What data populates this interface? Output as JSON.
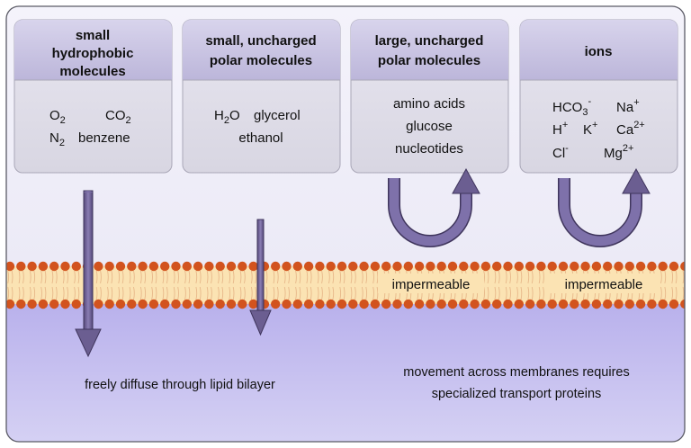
{
  "categories": [
    {
      "title_lines": [
        "small",
        "hydrophobic",
        "molecules"
      ],
      "molecules": [
        {
          "base": "O",
          "sub": "2",
          "sup": ""
        },
        {
          "base": "CO",
          "sub": "2",
          "sup": ""
        },
        {
          "base": "N",
          "sub": "2",
          "sup": ""
        },
        {
          "base": "benzene",
          "sub": "",
          "sup": ""
        }
      ]
    },
    {
      "title_lines": [
        "small, uncharged",
        "polar molecules"
      ],
      "molecules": [
        {
          "base": "H",
          "sub": "2",
          "base2": "O",
          "sup": ""
        },
        {
          "base": "glycerol",
          "sub": "",
          "sup": ""
        },
        {
          "base": "ethanol",
          "sub": "",
          "sup": ""
        }
      ]
    },
    {
      "title_lines": [
        "large, uncharged",
        "polar molecules"
      ],
      "molecules": [
        {
          "base": "amino acids",
          "sub": "",
          "sup": ""
        },
        {
          "base": "glucose",
          "sub": "",
          "sup": ""
        },
        {
          "base": "nucleotides",
          "sub": "",
          "sup": ""
        }
      ]
    },
    {
      "title_lines": [
        "ions"
      ],
      "molecules": [
        {
          "base": "HCO",
          "sub": "3",
          "sup": "-"
        },
        {
          "base": "Na",
          "sub": "",
          "sup": "+"
        },
        {
          "base": "H",
          "sub": "",
          "sup": "+"
        },
        {
          "base": "K",
          "sub": "",
          "sup": "+"
        },
        {
          "base": "Ca",
          "sub": "",
          "sup": "2+"
        },
        {
          "base": "Cl",
          "sub": "",
          "sup": "-"
        },
        {
          "base": "Mg",
          "sub": "",
          "sup": "2+"
        }
      ]
    }
  ],
  "membrane_labels": [
    "impermeable",
    "impermeable"
  ],
  "captions": {
    "permeable": "freely diffuse through lipid bilayer",
    "impermeable_line1": "movement across membranes requires",
    "impermeable_line2": "specialized transport proteins"
  },
  "colors": {
    "box_fill": "#dddbe6",
    "box_header": "#c7c3de",
    "arrow": "#6b5e91",
    "membrane_head": "#d2531e",
    "membrane_core": "#fbe3b3",
    "below": "#c0b9ec"
  }
}
